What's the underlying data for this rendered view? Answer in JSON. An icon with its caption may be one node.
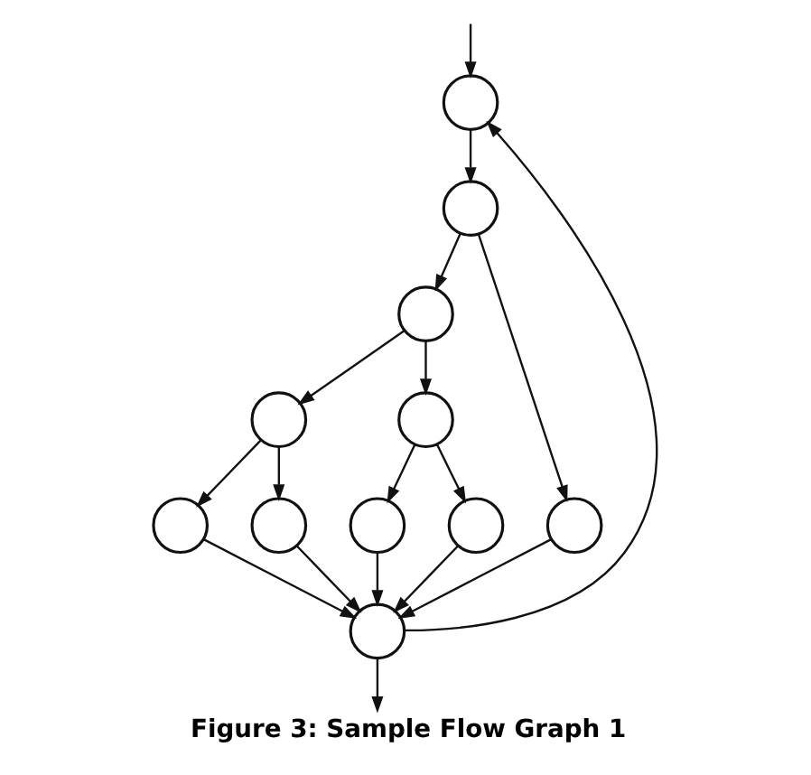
{
  "diagram": {
    "caption": "Figure 3: Sample Flow Graph 1",
    "nodes": [
      {
        "text": [],
        "shape": "circle"
      },
      {
        "text": [],
        "shape": "circle"
      },
      {
        "text": [],
        "shape": "circle"
      },
      {
        "text": [],
        "shape": "circle"
      },
      {
        "text": [],
        "shape": "circle"
      },
      {
        "text": [],
        "shape": "circle"
      },
      {
        "text": [],
        "shape": "circle"
      },
      {
        "text": [],
        "shape": "circle"
      },
      {
        "text": [],
        "shape": "circle"
      },
      {
        "text": [],
        "shape": "circle"
      },
      {
        "text": [],
        "shape": "circle"
      }
    ],
    "edges": [
      {
        "from": null,
        "to": 0,
        "arrow": "to"
      },
      {
        "from": 0,
        "to": 1,
        "arrow": "to"
      },
      {
        "from": 1,
        "to": 2,
        "arrow": "to"
      },
      {
        "from": 1,
        "to": 9,
        "arrow": "to"
      },
      {
        "from": 2,
        "to": 3,
        "arrow": "to"
      },
      {
        "from": 2,
        "to": 4,
        "arrow": "to"
      },
      {
        "from": 3,
        "to": 5,
        "arrow": "to"
      },
      {
        "from": 3,
        "to": 6,
        "arrow": "to"
      },
      {
        "from": 4,
        "to": 7,
        "arrow": "to"
      },
      {
        "from": 4,
        "to": 8,
        "arrow": "to"
      },
      {
        "from": 5,
        "to": 10,
        "arrow": "to"
      },
      {
        "from": 6,
        "to": 10,
        "arrow": "to"
      },
      {
        "from": 7,
        "to": 10,
        "arrow": "to"
      },
      {
        "from": 8,
        "to": 10,
        "arrow": "to"
      },
      {
        "from": 9,
        "to": 10,
        "arrow": "to"
      },
      {
        "from": 10,
        "to": 0,
        "arrow": "to"
      },
      {
        "from": 10,
        "to": null,
        "arrow": "to"
      }
    ]
  }
}
